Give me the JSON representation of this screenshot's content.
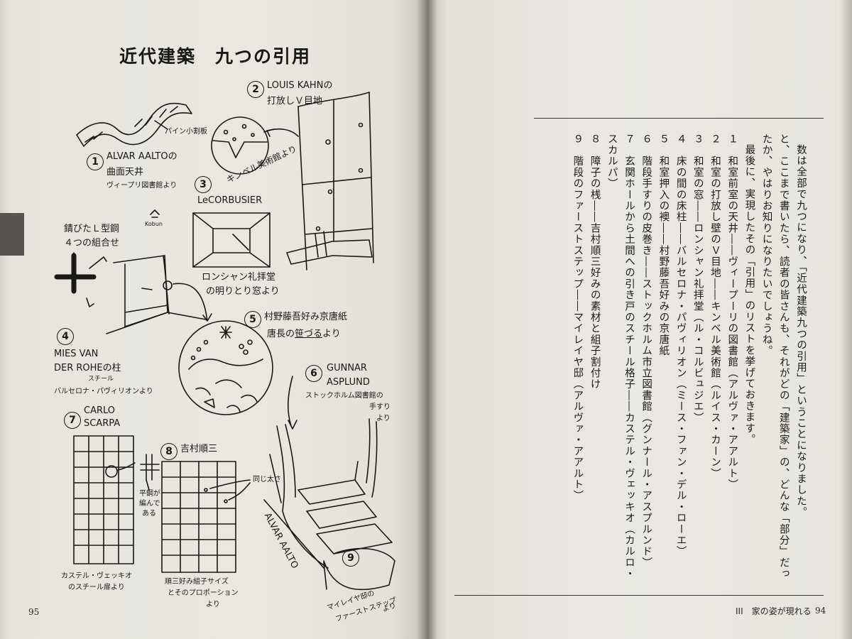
{
  "left_page": {
    "title": "近代建築　九つの引用",
    "page_number": "95",
    "logo_text": "Kobun",
    "items": [
      {
        "num": "1",
        "name": "ALVAR AALTO",
        "suffix": "の",
        "line2": "曲面天井",
        "line3": "ヴィープリ図書館より",
        "note": "パイン小割板"
      },
      {
        "num": "2",
        "name": "LOUIS KAHN",
        "suffix": "の",
        "line2": "打放しＶ目地",
        "line3": "キンベル美術館より"
      },
      {
        "num": "3",
        "name": "LeCORBUSIER",
        "line2": "ロンシャン礼拝堂",
        "line3": "の明りとり窓より"
      },
      {
        "num": "4",
        "name": "MIES VAN",
        "name2": "DER ROHE",
        "suffix": "の柱",
        "ruby": "スチール",
        "line3": "バルセロナ・パヴィリオンより",
        "note": "錆びたＬ型鋼",
        "note2": "４つの組合せ"
      },
      {
        "num": "5",
        "name": "村野藤吾好み京唐紙",
        "line2": "唐長の",
        "line2b": "笹づる",
        "line2c": "より"
      },
      {
        "num": "6",
        "name": "GUNNAR",
        "name2": "ASPLUND",
        "line2": "ストックホルム図書館の",
        "line3": "手すり",
        "line4": "より"
      },
      {
        "num": "7",
        "name": "CARLO",
        "name2": "SCARPA",
        "line3": "カステル・ヴェッキオ",
        "line4": "のスチール扉より",
        "note": "平鋼が",
        "note2": "編んで",
        "note3": "ある"
      },
      {
        "num": "8",
        "name": "吉村順三",
        "line2": "順三好み組子サイズ",
        "line3": "とそのプロポーション",
        "line4": "より",
        "note": "同じ太さ"
      },
      {
        "num": "9",
        "name": "ALVAR AALTO",
        "line2": "マイレイヤ邸の",
        "line3": "ファーストステップ",
        "line4": "より"
      }
    ]
  },
  "right_page": {
    "intro": [
      "数は全部で九つになり、「近代建築九つの引用」ということになりました。",
      "と、ここまで書いたら、読者の皆さんも、それがどの「建築家」の、どんな「部分」だったか、やはりお知りになりたいでしょうね。",
      "最後に、実現したその「引用」のリストを挙げておきます。"
    ],
    "list": [
      "１　和室前室の天井――ヴィープーリの図書館（アルヴァ・アアルト）",
      "２　和室の打放し壁のＶ目地――キンベル美術館（ルイス・カーン）",
      "３　和室の窓――ロンシャン礼拝堂（ル・コルビュジエ）",
      "４　床の間の床柱――バルセロナ・パヴィリオン（ミース・ファン・デル・ローエ）",
      "５　和室押入の襖――村野藤吾好みの京唐紙",
      "６　階段手すりの皮巻き――ストックホルム市立図書館（グンナール・アスプルンド）",
      "７　玄関ホールから土間への引き戸のスチール格子――カステル・ヴェッキオ（カルロ・スカルパ）",
      "８　障子の桟――吉村順三好みの素材と組子割付け",
      "９　階段のファーストステップ――マイレイヤ邸（アルヴァ・アアルト）"
    ],
    "running_head": "III　家の姿が現れる",
    "page_number": "94"
  },
  "colors": {
    "ink": "#1a1816",
    "paper": "#eae7e1"
  }
}
